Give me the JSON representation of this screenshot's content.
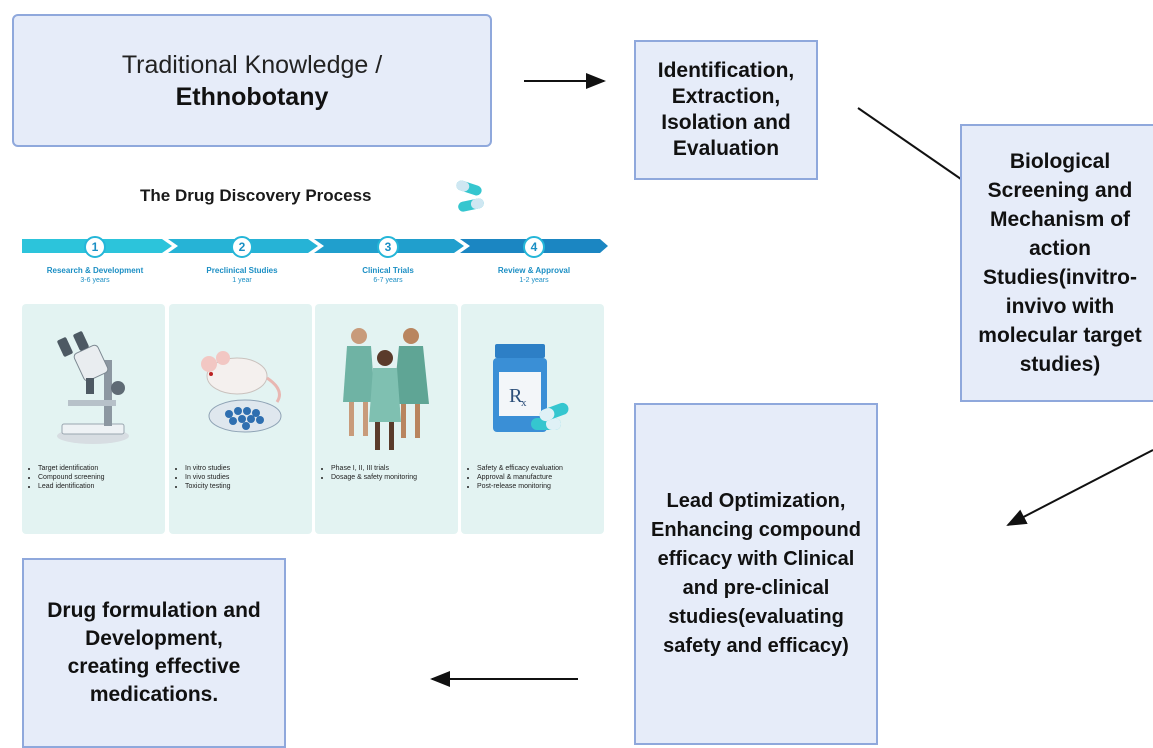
{
  "boxes": {
    "traditional": {
      "line1": "Traditional Knowledge /",
      "line2": "Ethnobotany"
    },
    "identification": {
      "text": "Identification, Extraction, Isolation and Evaluation"
    },
    "biological": {
      "text": "Biological Screening and Mechanism of action Studies(invitro-invivo with molecular target studies)"
    },
    "lead": {
      "text": "Lead Optimization, Enhancing compound efficacy with Clinical and pre-clinical studies(evaluating safety and efficacy)"
    },
    "drug": {
      "text": "Drug formulation and Development, creating effective medications."
    }
  },
  "process": {
    "title": "The Drug Discovery Process",
    "steps": [
      {
        "num": "1",
        "name": "Research & Development",
        "duration": "3-6 years",
        "bullets": [
          "Target identification",
          "Compound screening",
          "Lead identification"
        ]
      },
      {
        "num": "2",
        "name": "Preclinical Studies",
        "duration": "1 year",
        "bullets": [
          "In vitro studies",
          "In vivo studies",
          "Toxicity testing"
        ]
      },
      {
        "num": "3",
        "name": "Clinical Trials",
        "duration": "6-7 years",
        "bullets": [
          "Phase I, II, III trials",
          "Dosage & safety monitoring"
        ]
      },
      {
        "num": "4",
        "name": "Review & Approval",
        "duration": "1-2 years",
        "bullets": [
          "Safety & efficacy evaluation",
          "Approval & manufacture",
          "Post-release monitoring"
        ]
      }
    ]
  },
  "colors": {
    "box_fill": "#e6ecf9",
    "box_border": "#8fa8dc",
    "step_accent": "#25b6d8",
    "panel": "#e3f3f2"
  },
  "icons": [
    "microscope-icon",
    "mouse-icon",
    "patients-icon",
    "pill-bottle-icon",
    "capsules-icon"
  ]
}
